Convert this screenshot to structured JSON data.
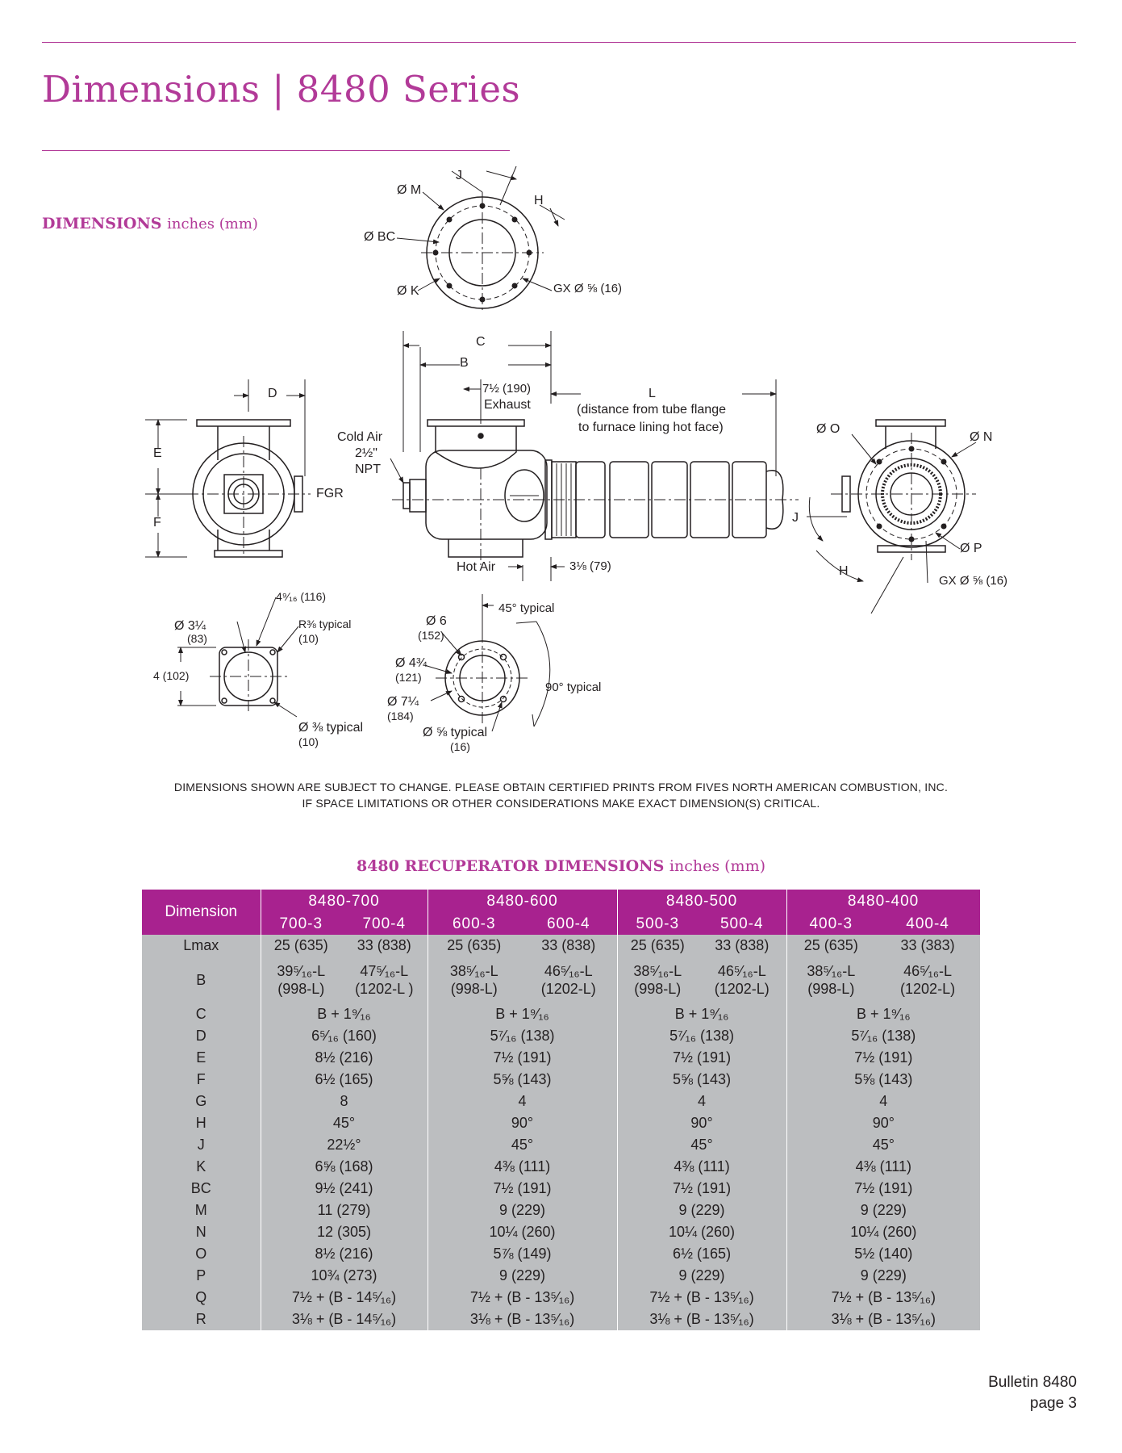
{
  "page": {
    "title": "Dimensions | 8480 Series",
    "section_label": "DIMENSIONS",
    "section_units": "inches (mm)"
  },
  "drawing": {
    "labels": {
      "phi_m": "Ø M",
      "phi_bc": "Ø BC",
      "phi_k": "Ø K",
      "j": "J",
      "h": "H",
      "gx_top": "GX Ø ⅝ (16)",
      "c": "C",
      "b": "B",
      "d": "D",
      "e": "E",
      "f": "F",
      "fgr": "FGR",
      "exhaust_dim": "7½ (190)",
      "exhaust": "Exhaust",
      "cold_air_1": "Cold Air",
      "cold_air_2": "2½\"",
      "cold_air_3": "NPT",
      "l": "L",
      "l_note_1": "(distance from tube flange",
      "l_note_2": "to furnace lining hot face)",
      "hot_air": "Hot Air",
      "dim_318": "3⅛ (79)",
      "phi_o": "Ø O",
      "phi_n": "Ø N",
      "phi_p": "Ø P",
      "j_right": "J",
      "h_right": "H",
      "gx_right": "GX Ø ⅝ (16)",
      "dim_4916": "4⁹⁄₁₆ (116)",
      "phi_314": "Ø 3¼",
      "mm_83": "(83)",
      "r38": "R⅜  typical",
      "mm_10a": "(10)",
      "dim_4": "4 (102)",
      "phi_38": "Ø ⅜ typical",
      "mm_10b": "(10)",
      "phi_6": "Ø 6",
      "mm_152": "(152)",
      "deg45": "45° typical",
      "phi_434": "Ø 4¾",
      "mm_121": "(121)",
      "deg90": "90° typical",
      "phi_714": "Ø 7¼",
      "mm_184": "(184)",
      "phi_58": "Ø ⅝ typical",
      "mm_16": "(16)"
    }
  },
  "disclaimer": {
    "line1": "DIMENSIONS SHOWN ARE SUBJECT TO CHANGE. PLEASE OBTAIN CERTIFIED PRINTS FROM FIVES NORTH AMERICAN COMBUSTION, INC.",
    "line2": "IF SPACE LIMITATIONS OR OTHER CONSIDERATIONS MAKE EXACT DIMENSION(S) CRITICAL."
  },
  "table": {
    "title": "8480 RECUPERATOR DIMENSIONS",
    "title_units": "inches (mm)",
    "dimension_header": "Dimension",
    "models": [
      {
        "name": "8480-700",
        "subs": [
          "700-3",
          "700-4"
        ]
      },
      {
        "name": "8480-600",
        "subs": [
          "600-3",
          "600-4"
        ]
      },
      {
        "name": "8480-500",
        "subs": [
          "500-3",
          "500-4"
        ]
      },
      {
        "name": "8480-400",
        "subs": [
          "400-3",
          "400-4"
        ]
      }
    ],
    "rows": [
      {
        "dim": "Lmax",
        "split": true,
        "values": [
          "25 (635)",
          "33 (838)",
          "25 (635)",
          "33 (838)",
          "25 (635)",
          "33 (838)",
          "25 (635)",
          "33 (383)"
        ]
      },
      {
        "dim": "B",
        "split": true,
        "values": [
          "39⁵⁄₁₆-L\n(998-L)",
          "47⁵⁄₁₆-L\n(1202-L )",
          "38⁵⁄₁₆-L\n(998-L)",
          "46⁵⁄₁₆-L\n(1202-L)",
          "38⁵⁄₁₆-L\n(998-L)",
          "46⁵⁄₁₆-L\n(1202-L)",
          "38⁵⁄₁₆-L\n(998-L)",
          "46⁵⁄₁₆-L\n(1202-L)"
        ]
      },
      {
        "dim": "C",
        "split": false,
        "values": [
          "B + 1⁹⁄₁₆",
          "B + 1⁹⁄₁₆",
          "B + 1⁹⁄₁₆",
          "B + 1⁹⁄₁₆"
        ]
      },
      {
        "dim": "D",
        "split": false,
        "values": [
          "6⁵⁄₁₆ (160)",
          "5⁷⁄₁₆ (138)",
          "5⁷⁄₁₆ (138)",
          "5⁷⁄₁₆ (138)"
        ]
      },
      {
        "dim": "E",
        "split": false,
        "values": [
          "8½ (216)",
          "7½ (191)",
          "7½ (191)",
          "7½ (191)"
        ]
      },
      {
        "dim": "F",
        "split": false,
        "values": [
          "6½ (165)",
          "5⅝ (143)",
          "5⅝ (143)",
          "5⅝ (143)"
        ]
      },
      {
        "dim": "G",
        "split": false,
        "values": [
          "8",
          "4",
          "4",
          "4"
        ]
      },
      {
        "dim": "H",
        "split": false,
        "values": [
          "45°",
          "90°",
          "90°",
          "90°"
        ]
      },
      {
        "dim": "J",
        "split": false,
        "values": [
          "22½°",
          "45°",
          "45°",
          "45°"
        ]
      },
      {
        "dim": "K",
        "split": false,
        "values": [
          "6⅝ (168)",
          "4⅜ (111)",
          "4⅜ (111)",
          "4⅜ (111)"
        ]
      },
      {
        "dim": "BC",
        "split": false,
        "values": [
          "9½ (241)",
          "7½ (191)",
          "7½ (191)",
          "7½ (191)"
        ]
      },
      {
        "dim": "M",
        "split": false,
        "values": [
          "11 (279)",
          "9 (229)",
          "9 (229)",
          "9 (229)"
        ]
      },
      {
        "dim": "N",
        "split": false,
        "values": [
          "12 (305)",
          "10¼ (260)",
          "10¼ (260)",
          "10¼ (260)"
        ]
      },
      {
        "dim": "O",
        "split": false,
        "values": [
          "8½ (216)",
          "5⅞ (149)",
          "6½ (165)",
          "5½ (140)"
        ]
      },
      {
        "dim": "P",
        "split": false,
        "values": [
          "10¾ (273)",
          "9 (229)",
          "9 (229)",
          "9 (229)"
        ]
      },
      {
        "dim": "Q",
        "split": false,
        "values": [
          "7½ + (B - 14⁵⁄₁₆)",
          "7½ + (B - 13⁵⁄₁₆)",
          "7½ + (B - 13⁵⁄₁₆)",
          "7½ + (B - 13⁵⁄₁₆)"
        ]
      },
      {
        "dim": "R",
        "split": false,
        "values": [
          "3⅛ + (B - 14⁵⁄₁₆)",
          "3⅛ + (B - 13⁵⁄₁₆)",
          "3⅛ + (B - 13⁵⁄₁₆)",
          "3⅛ + (B - 13⁵⁄₁₆)"
        ]
      }
    ]
  },
  "footer": {
    "bulletin": "Bulletin 8480",
    "page": "page 3"
  },
  "colors": {
    "accent": "#b23a98",
    "table_header": "#a8228f",
    "table_body": "#bcbec0"
  }
}
